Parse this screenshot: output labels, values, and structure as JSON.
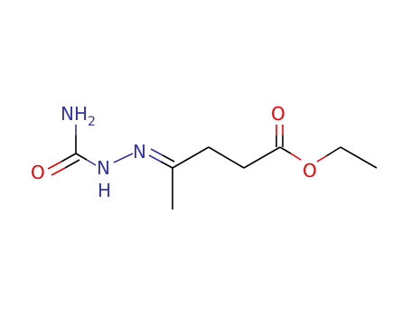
{
  "colors": {
    "background": "#ffffff",
    "carbon_bond": "#000000",
    "nitrogen": "#3333aa",
    "oxygen": "#ee0000"
  },
  "atoms": {
    "amine": {
      "symbol": "NH",
      "subscript": "2"
    },
    "urea_oxygen": {
      "symbol": "O"
    },
    "hydrazide_nitrogen": {
      "symbol": "N"
    },
    "hydrazide_hydrogen": {
      "symbol": "H"
    },
    "imine_nitrogen": {
      "symbol": "N"
    },
    "carbonyl_oxygen": {
      "symbol": "O"
    },
    "ester_oxygen": {
      "symbol": "O"
    }
  }
}
